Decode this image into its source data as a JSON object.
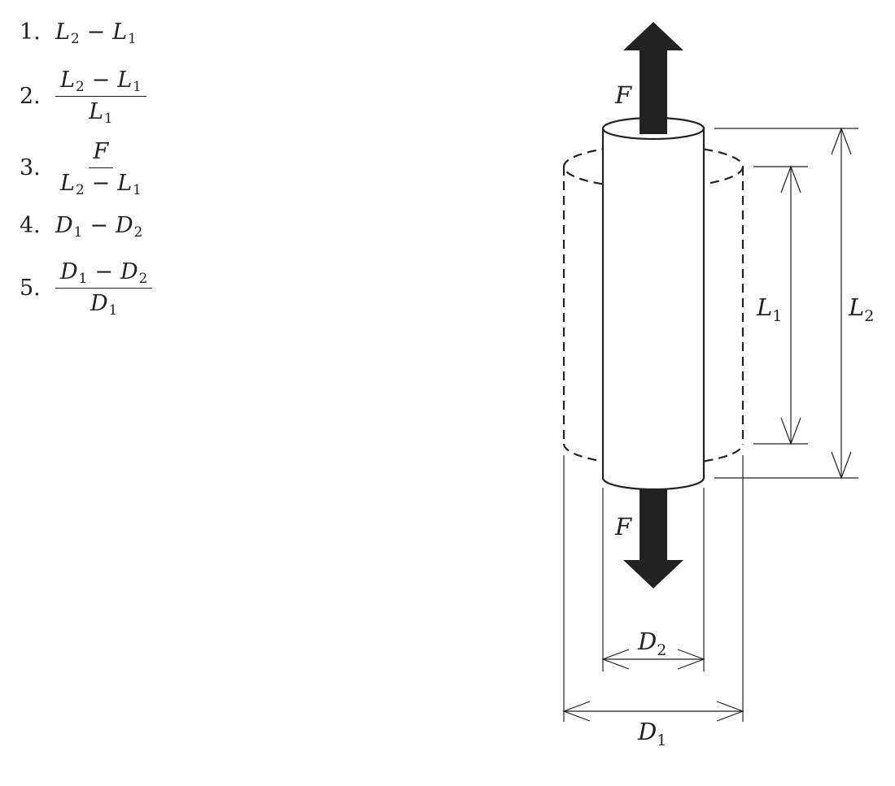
{
  "options": [
    {
      "number": "1.",
      "expr": {
        "a": "L",
        "a_sub": "2",
        "op": "−",
        "b": "L",
        "b_sub": "1"
      }
    },
    {
      "number": "2.",
      "num": {
        "a": "L",
        "a_sub": "2",
        "op": "−",
        "b": "L",
        "b_sub": "1"
      },
      "den": {
        "a": "L",
        "a_sub": "1"
      }
    },
    {
      "number": "3.",
      "num": {
        "a": "F"
      },
      "den": {
        "a": "L",
        "a_sub": "2",
        "op": "−",
        "b": "L",
        "b_sub": "1"
      }
    },
    {
      "number": "4.",
      "expr": {
        "a": "D",
        "a_sub": "1",
        "op": "−",
        "b": "D",
        "b_sub": "2"
      }
    },
    {
      "number": "5.",
      "num": {
        "a": "D",
        "a_sub": "1",
        "op": "−",
        "b": "D",
        "b_sub": "2"
      },
      "den": {
        "a": "D",
        "a_sub": "1"
      }
    }
  ],
  "diagram": {
    "force_top": "F",
    "force_bottom": "F",
    "length_original": {
      "letter": "L",
      "sub": "1"
    },
    "length_stretched": {
      "letter": "L",
      "sub": "2"
    },
    "diameter_stretched": {
      "letter": "D",
      "sub": "2"
    },
    "diameter_original": {
      "letter": "D",
      "sub": "1"
    }
  }
}
